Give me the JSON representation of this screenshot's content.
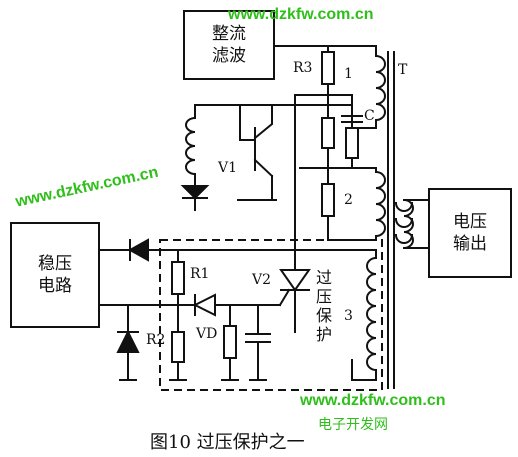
{
  "blocks": {
    "rectifier_filter": "整流\n滤波",
    "regulator": "稳压\n电路",
    "voltage_output": "电压\n输出"
  },
  "labels": {
    "R3": "R3",
    "winding1": "1",
    "transformer": "T",
    "capacitor": "C",
    "V1": "V1",
    "winding2": "2",
    "R1": "R1",
    "V2": "V2",
    "R2": "R2",
    "VD": "VD",
    "winding3": "3",
    "overvoltage_protection": [
      "过",
      "压",
      "保",
      "护"
    ]
  },
  "caption": "图10   过压保护之一",
  "watermarks": {
    "top": "www.dzkfw.com.cn",
    "left": "www.dzkfw.com.cn",
    "bottom": "www.dzkfw.com.cn",
    "bottom_sub": "电子开发网"
  },
  "colors": {
    "line": "#111111",
    "watermark": "#2fbf1a"
  }
}
